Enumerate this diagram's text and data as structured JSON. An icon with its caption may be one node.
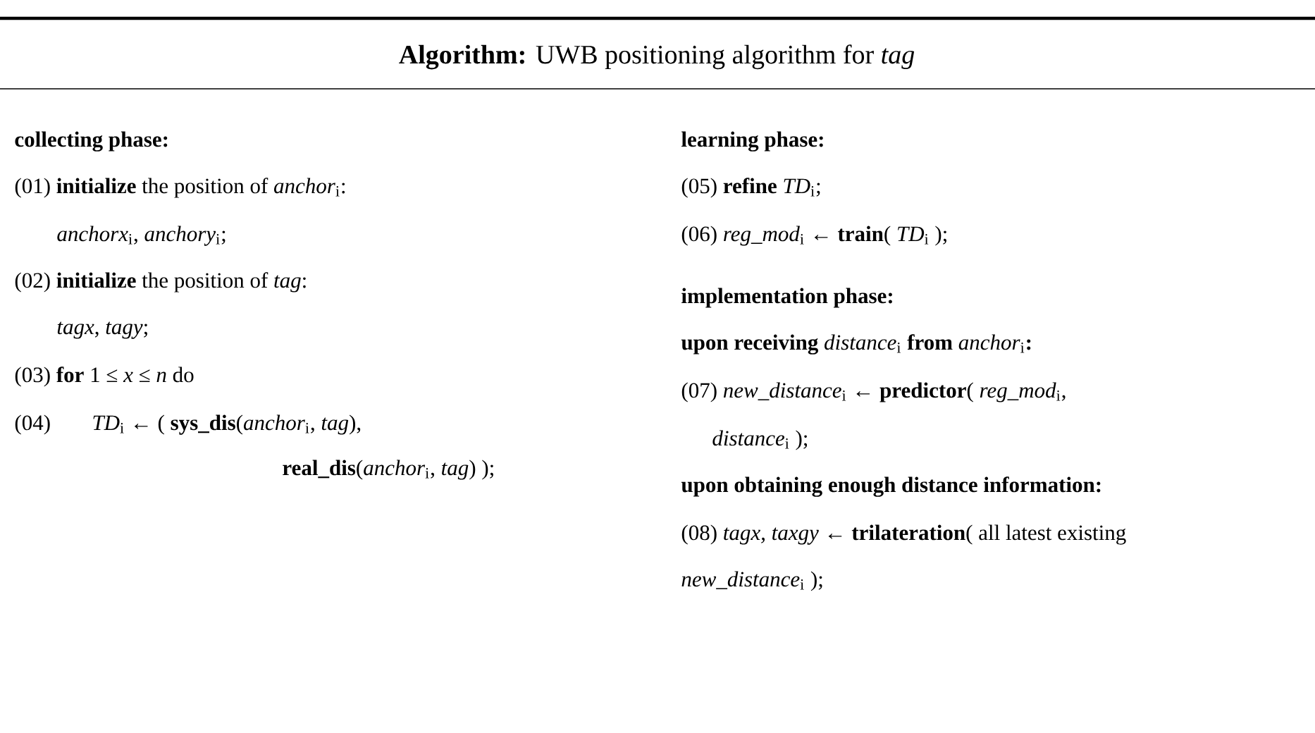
{
  "diagram": {
    "title": "**Algorithm:** UWB positioning algorithm for *tag*",
    "labels": [
      "collecting phase:",
      "(01) **initialize** the position of *anchor*$_{i}$:",
      "*anchorx*$_{i}$, *anchory*$_{i}$;",
      "(02) **initialize** the position of *tag*:",
      "*tagx*, *tagy*;",
      "(03) **for** 1 ≤ *x* ≤ *n* do",
      "(04)",
      "*TD*$_{i}$ ← ( **sys_dis**(*anchor*$_{i}$, *tag*),",
      "**real_dis**(*anchor*$_{i}$, *tag*) );",
      "learning phase:",
      "(05) **refine** *TD*$_{i}$;",
      "(06) *reg_mod*$_{i}$ ← **train**( *TD*$_{i}$ );",
      "implementation phase:",
      "**upon receiving** *distance*$_{i}$ **from** *anchor*$_{i}$**:**",
      "(07) *new_distance*$_{i}$ ← **predictor**( *reg_mod*$_{i}$,",
      "*distance*$_{i}$ );",
      "upon obtaining enough distance information:",
      "(08) *tagx, taxgy* ← **trilateration**( all latest existing",
      "*new_distance*$_{i}$ );"
    ]
  }
}
